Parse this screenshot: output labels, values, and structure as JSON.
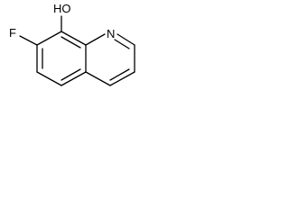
{
  "molecule": {
    "atoms": {
      "hydroxyl": "HO",
      "nitrogen": "N",
      "fluorine": "F"
    }
  },
  "colors": {
    "bond": "#000000",
    "label": "#000000",
    "background": "#ffffff"
  }
}
